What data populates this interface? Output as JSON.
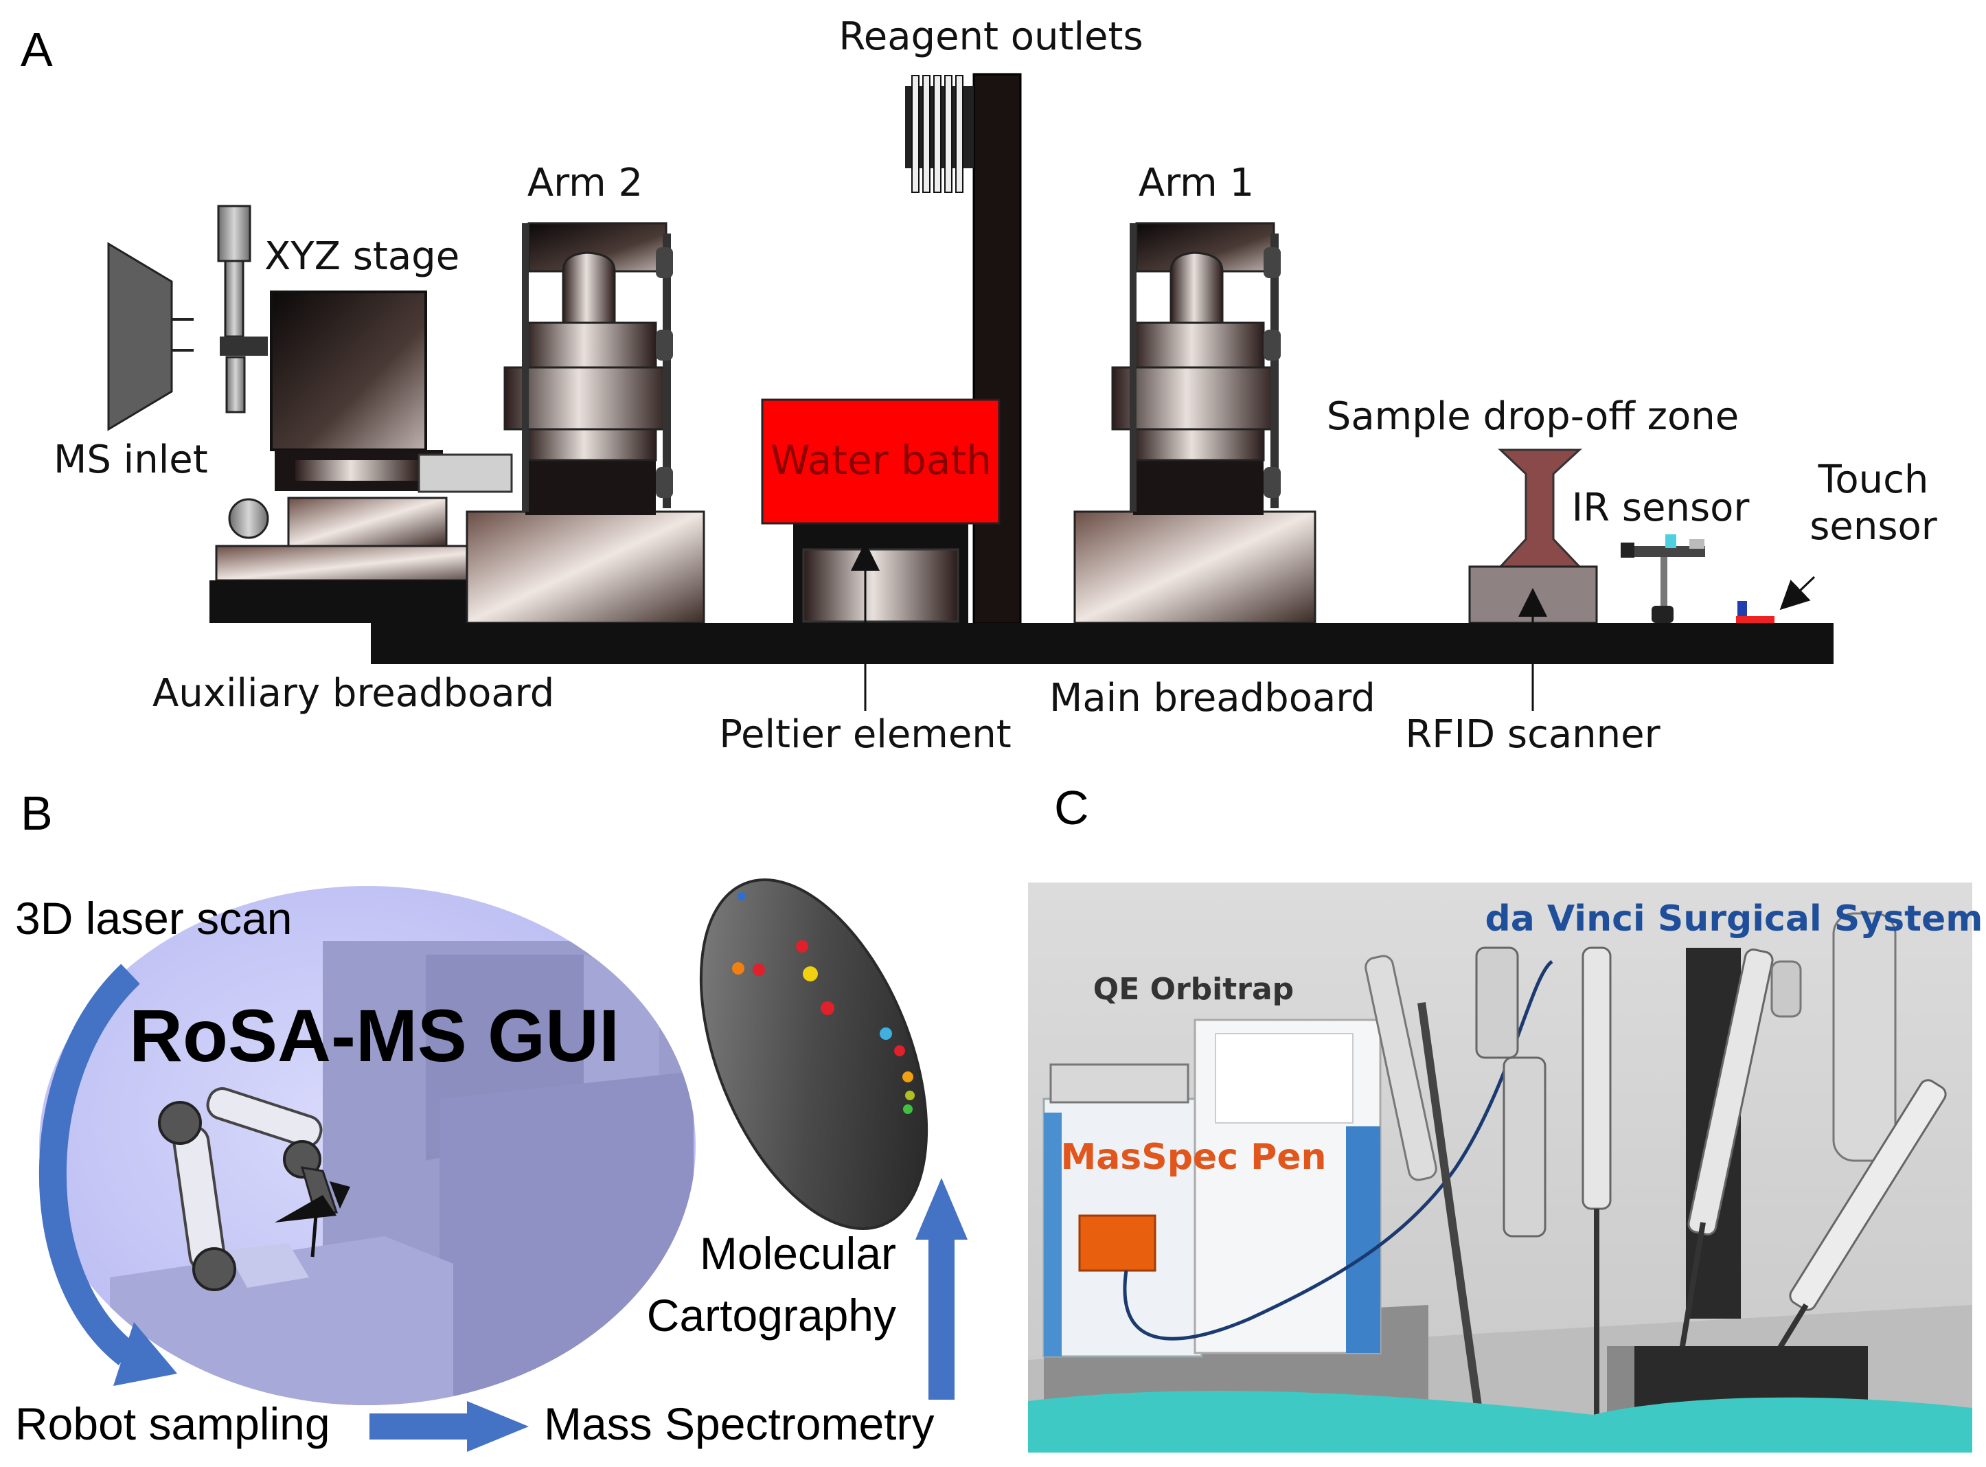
{
  "panels": {
    "a": "A",
    "b": "B",
    "c": "C"
  },
  "panel_a": {
    "labels": {
      "reagent_outlets": "Reagent outlets",
      "arm2": "Arm 2",
      "arm1": "Arm 1",
      "xyz_stage": "XYZ stage",
      "ms_inlet": "MS inlet",
      "water_bath": "Water bath",
      "sample_dropoff": "Sample drop-off zone",
      "ir_sensor": "IR sensor",
      "touch_sensor_1": "Touch",
      "touch_sensor_2": "sensor",
      "aux_breadboard": "Auxiliary breadboard",
      "peltier": "Peltier element",
      "main_breadboard": "Main breadboard",
      "rfid": "RFID scanner"
    },
    "colors": {
      "water_bath": "#ff0000",
      "breadboard": "#111111",
      "water_bath_text": "#8b0000"
    }
  },
  "panel_b": {
    "gui_title": "RoSA-MS GUI",
    "steps": {
      "laser_scan": "3D laser scan",
      "robot_sampling": "Robot sampling",
      "mass_spec": "Mass Spectrometry",
      "molecular_1": "Molecular",
      "molecular_2": "Cartography"
    },
    "colors": {
      "ellipse": "#c6c8f5",
      "arrow": "#4472c4"
    }
  },
  "panel_c": {
    "labels": {
      "da_vinci": "da Vinci Surgical System",
      "qe_orbitrap": "QE Orbitrap",
      "masspec_pen": "MasSpec Pen"
    },
    "colors": {
      "da_vinci": "#1f4e9a",
      "masspec_pen": "#e0561c",
      "drape": "#3fc9c4",
      "background": "#d9d9d9"
    }
  }
}
